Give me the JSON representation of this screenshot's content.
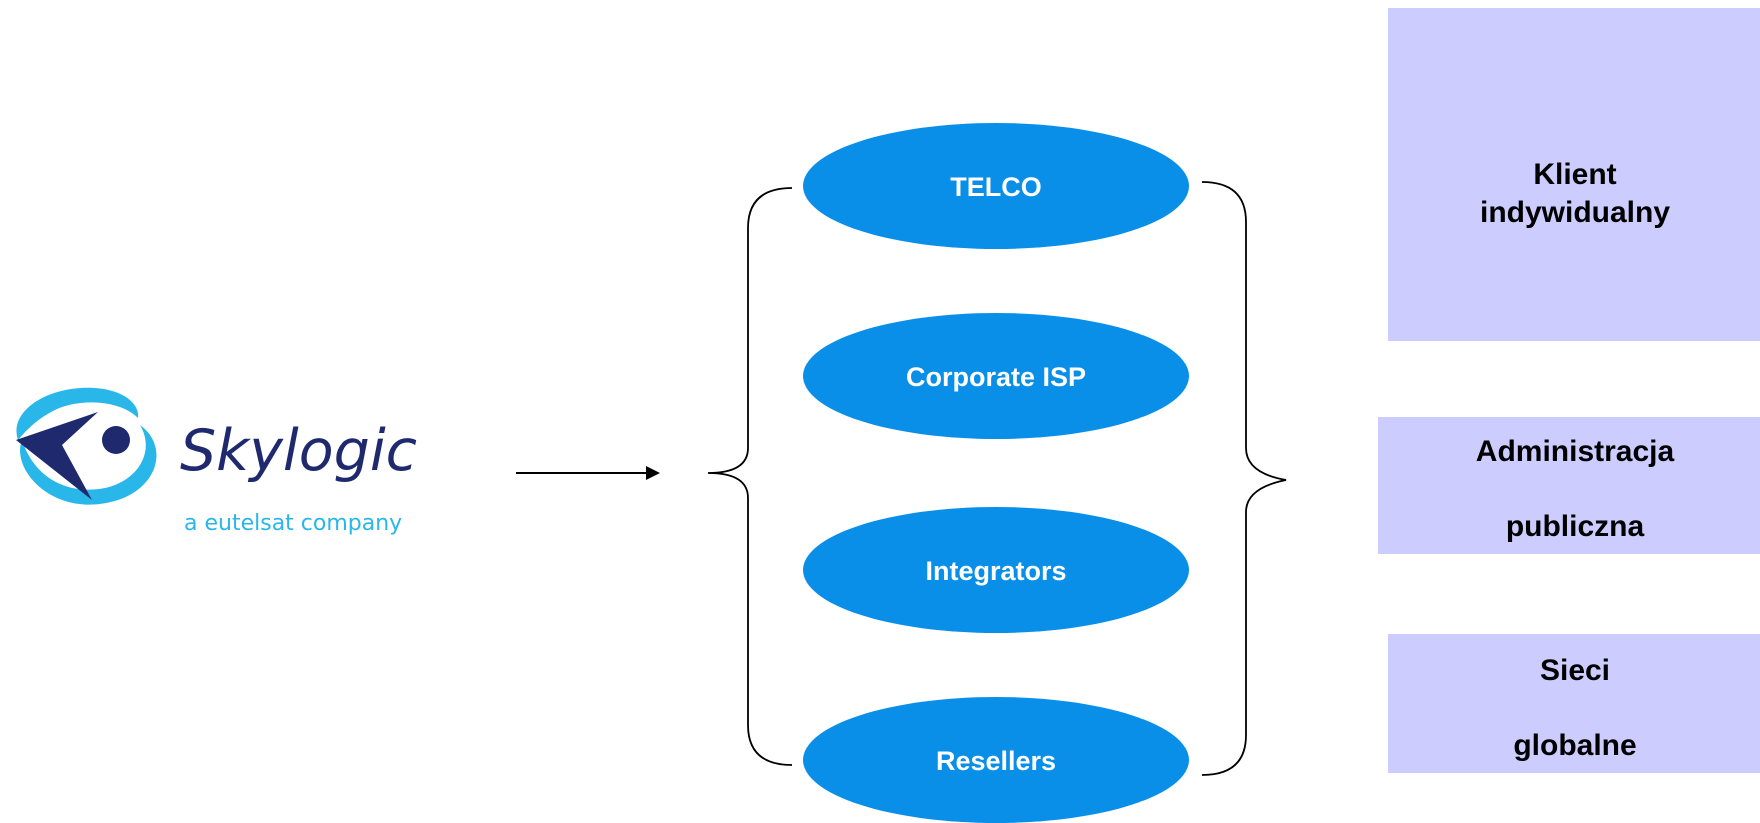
{
  "logo": {
    "name": "Skylogic",
    "tagline": "a eutelsat company",
    "colors": {
      "navy": "#1f2a6e",
      "cyan": "#29b6e9",
      "dot": "#1f2a6e"
    }
  },
  "channels": [
    {
      "label": "TELCO"
    },
    {
      "label": "Corporate ISP"
    },
    {
      "label": "Integrators"
    },
    {
      "label": "Resellers"
    }
  ],
  "segments": [
    {
      "lines": [
        "Klient",
        "indywidualny"
      ]
    },
    {
      "lines": [
        "Administracja",
        "publiczna"
      ]
    },
    {
      "lines": [
        "Sieci",
        "globalne"
      ]
    }
  ],
  "colors": {
    "ellipse_fill": "#0a8fe8",
    "box_fill": "#ccccff",
    "line": "#000000"
  }
}
